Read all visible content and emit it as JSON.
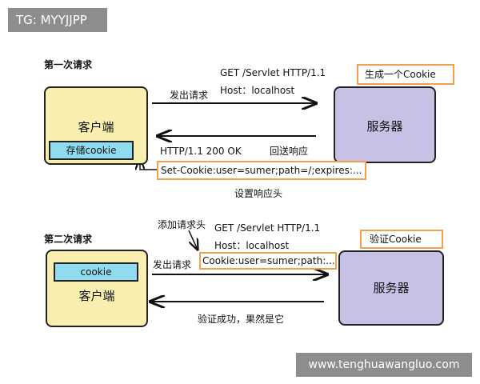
{
  "watermark_top": "TG: MYYJJPP",
  "watermark_bottom": "www.tenghuawangluo.com",
  "section1": {
    "title": "第一次请求",
    "client_title": "客户端",
    "client_cookie": "存储cookie",
    "server_title": "服务器",
    "request_label": "发出请求",
    "request_line1": "GET /Servlet  HTTP/1.1",
    "request_line2": "Host：localhost",
    "server_note": "生成一个Cookie",
    "response_status": "HTTP/1.1 200 OK",
    "response_label": "回送响应",
    "set_cookie": "Set-Cookie:user=sumer;path=/;expires:...",
    "set_header_label": "设置响应头"
  },
  "section2": {
    "title": "第二次请求",
    "add_header_label": "添加请求头",
    "client_cookie": "cookie",
    "client_title": "客户端",
    "server_title": "服务器",
    "request_label": "发出请求",
    "request_line1": "GET /Servlet  HTTP/1.1",
    "request_line2": "Host：localhost",
    "cookie_header": "Cookie:user=sumer;path:...",
    "server_note": "验证Cookie",
    "response_label": "验证成功，果然是它"
  }
}
